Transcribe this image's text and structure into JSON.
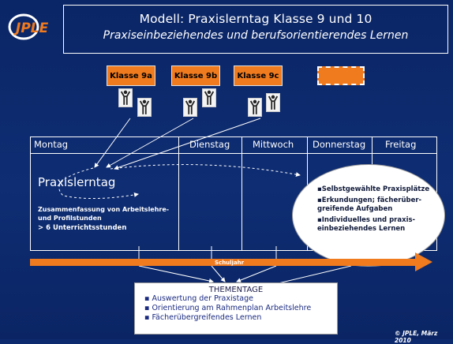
{
  "logo": {
    "text": "JPLE"
  },
  "title": {
    "line1": "Modell: Praxislerntag Klasse 9 und 10",
    "line2": "Praxiseinbeziehendes und berufsorientierendes Lernen"
  },
  "classes": [
    {
      "label": "Klasse 9a"
    },
    {
      "label": "Klasse 9b"
    },
    {
      "label": "Klasse 9c"
    }
  ],
  "table": {
    "days": [
      "Montag",
      "Dienstag",
      "Mittwoch",
      "Donnerstag",
      "Freitag"
    ],
    "praxislerntag": "Praxislerntag",
    "summary_line1": "Zusammenfassung von Arbeitslehre-",
    "summary_line2": "und Profilstunden",
    "summary_line3": "> 6 Unterrichtsstunden"
  },
  "ellipse": {
    "items": [
      "▪Selbstgewählte Praxisplätze",
      "▪Erkundungen; fächerüber-",
      "greifende Aufgaben",
      "▪Individuelles und praxis-",
      "einbeziehendes Lernen"
    ]
  },
  "timeline": {
    "label": "Schuljahr"
  },
  "thementage": {
    "title": "THEMENTAGE",
    "items": [
      "▪  Auswertung der Praxistage",
      "▪  Orientierung am Rahmenplan Arbeitslehre",
      "▪  Fächerübergreifendes Lernen"
    ]
  },
  "copyright": "© JPLE, März 2010",
  "colors": {
    "background": "#0e2a6e",
    "accent": "#f07a1e",
    "text": "#ffffff"
  }
}
